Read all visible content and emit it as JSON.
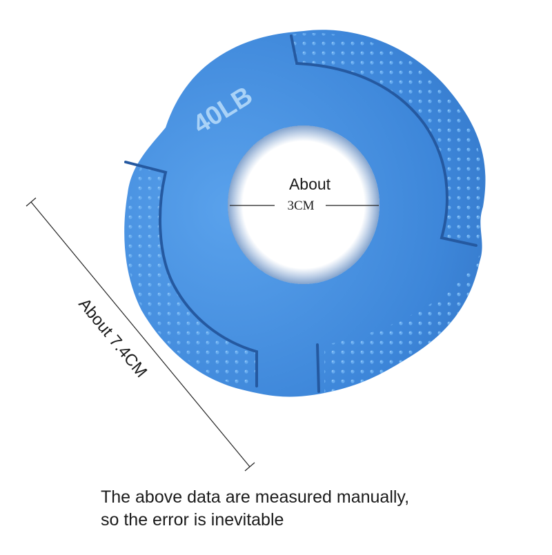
{
  "product": {
    "weight_label": "40LB",
    "color_main": "#3d86d9",
    "color_dark": "#2b68b8",
    "color_light": "#5aa2ec"
  },
  "inner_measure": {
    "line1": "About",
    "line2": "3CM"
  },
  "outer_measure": {
    "label": "About 7.4CM"
  },
  "disclaimer": {
    "line1": "The above data are measured manually,",
    "line2": "so the error is inevitable"
  }
}
